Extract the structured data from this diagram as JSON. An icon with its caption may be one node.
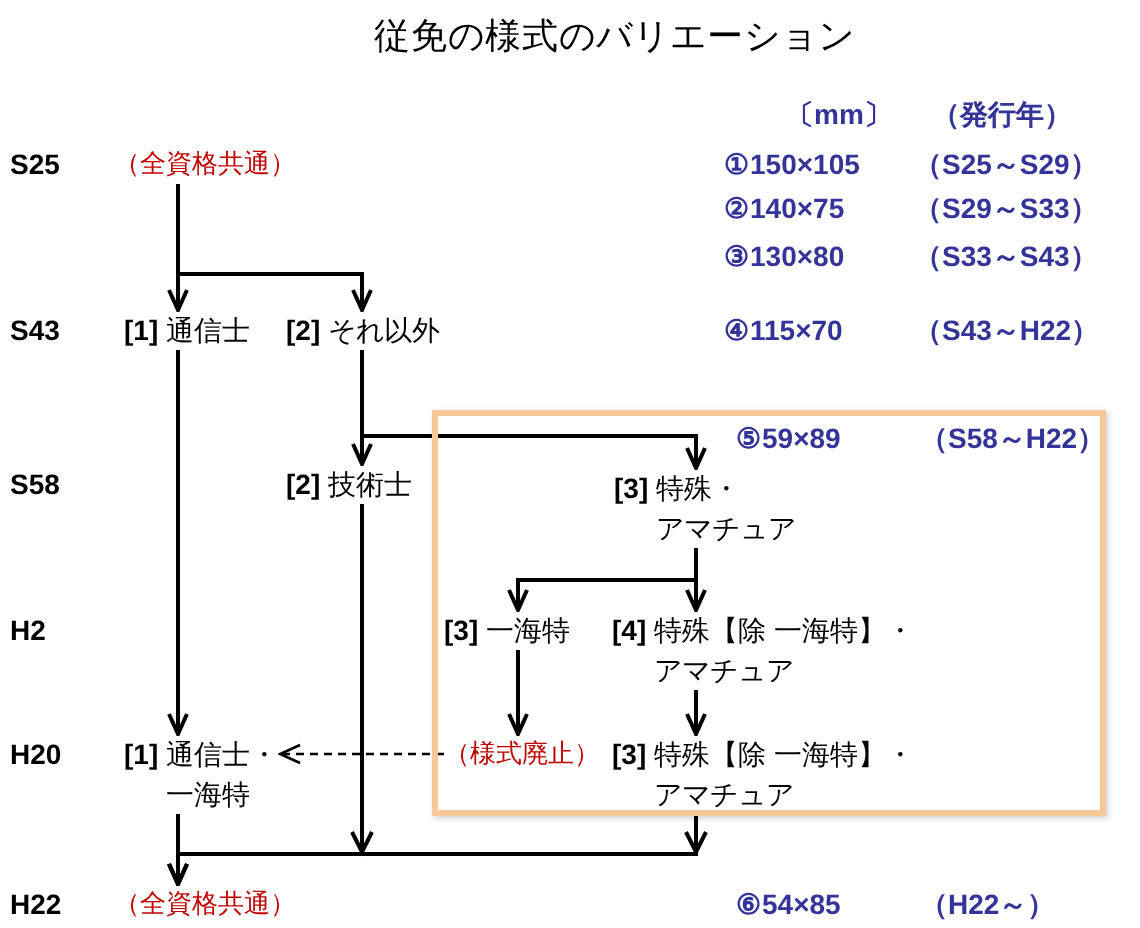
{
  "diagram": {
    "title": "従免の様式のバリエーション",
    "nodes": [
      {
        "text": [
          "（全資格共通）"
        ]
      },
      {
        "text": [
          "**[1]** 通信士"
        ]
      },
      {
        "text": [
          "**[2]** それ以外"
        ]
      },
      {
        "text": [
          "**[2]** 技術士"
        ]
      },
      {
        "text": [
          "⑤59×89",
          "（S58～H22）"
        ]
      },
      {
        "text": [
          "**[3]** 特殊・アマチュア"
        ],
        "in": 4
      },
      {
        "text": [
          "**[3]** 一海特"
        ],
        "in": 4
      },
      {
        "text": [
          "**[4]** 特殊【除 一海特】・アマチュア"
        ],
        "in": 4
      },
      {
        "text": [
          "**[1]** 通信士・一海特"
        ]
      },
      {
        "text": [
          "（様式廃止）"
        ],
        "in": 4
      },
      {
        "text": [
          "**[3]** 特殊【除 一海特】・アマチュア"
        ],
        "in": 4
      },
      {
        "text": [
          "（全資格共通）"
        ]
      }
    ],
    "edges": [
      {
        "from": 0,
        "to": 1,
        "arrow": "to"
      },
      {
        "from": 0,
        "to": 2,
        "arrow": "to"
      },
      {
        "from": 1,
        "to": 8,
        "arrow": "to"
      },
      {
        "from": 2,
        "to": 3,
        "arrow": "to"
      },
      {
        "from": 2,
        "to": 5,
        "arrow": "to"
      },
      {
        "from": 5,
        "to": 6,
        "arrow": "to"
      },
      {
        "from": 5,
        "to": 7,
        "arrow": "to"
      },
      {
        "from": 6,
        "to": 9,
        "arrow": "to"
      },
      {
        "from": 9,
        "to": 8,
        "arrow": "to",
        "style": "dashed"
      },
      {
        "from": 7,
        "to": 10,
        "arrow": "to"
      },
      {
        "from": 3,
        "to": 11,
        "arrow": "to"
      },
      {
        "from": 8,
        "to": 11,
        "arrow": "to"
      },
      {
        "from": 10,
        "to": 11,
        "arrow": "to"
      }
    ],
    "labels": [
      "〔mm〕",
      "（発行年）",
      "S25",
      "①150×105",
      "（S25～S29）",
      "②140×75",
      "（S29～S33）",
      "③130×80",
      "（S33～S43）",
      "S43",
      "④115×70",
      "（S43～H22）",
      "S58",
      "H2",
      "H20",
      "H22",
      "⑥54×85",
      "（H22～）"
    ]
  }
}
